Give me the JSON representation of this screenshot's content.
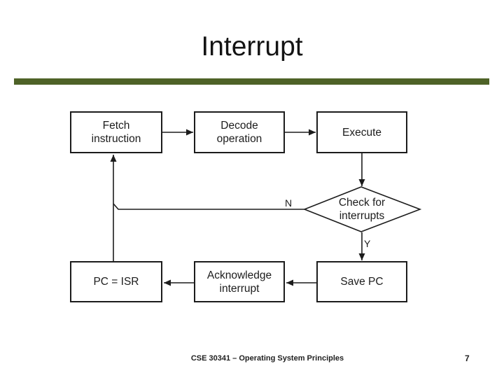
{
  "slide": {
    "title": "Interrupt",
    "accent_color": "#4e6227",
    "footer_text": "CSE 30341 – Operating System Principles",
    "page_number": "7"
  },
  "flowchart": {
    "boxes": [
      {
        "id": "fetch-instruction",
        "label": "Fetch\ninstruction"
      },
      {
        "id": "decode-operation",
        "label": "Decode\noperation"
      },
      {
        "id": "execute",
        "label": "Execute"
      },
      {
        "id": "pc-isr",
        "label": "PC = ISR"
      },
      {
        "id": "acknowledge-interrupt",
        "label": "Acknowledge\ninterrupt"
      },
      {
        "id": "save-pc",
        "label": "Save PC"
      }
    ],
    "decision": {
      "label": "Check for\ninterrupts",
      "no_label": "N",
      "yes_label": "Y"
    }
  }
}
